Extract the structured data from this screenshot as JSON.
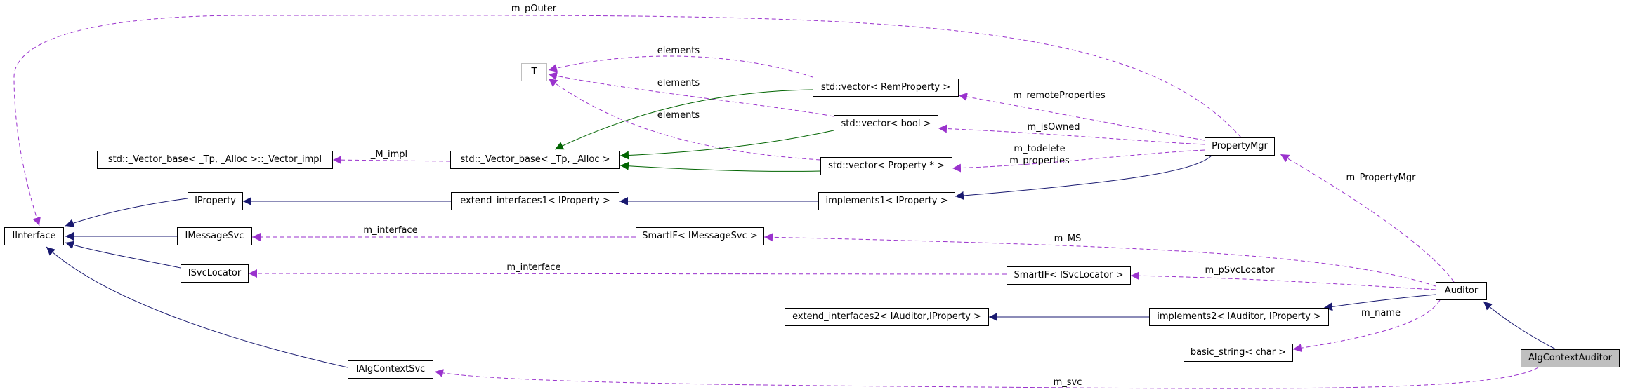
{
  "diagram": {
    "nodes": [
      {
        "id": "IInterface",
        "label": "IInterface"
      },
      {
        "id": "IProperty",
        "label": "IProperty"
      },
      {
        "id": "IMessageSvc",
        "label": "IMessageSvc"
      },
      {
        "id": "ISvcLocator",
        "label": "ISvcLocator"
      },
      {
        "id": "IAlgContextSvc",
        "label": "IAlgContextSvc"
      },
      {
        "id": "VectorImpl",
        "label": "std::_Vector_base< _Tp, _Alloc >::_Vector_impl"
      },
      {
        "id": "VectorBase",
        "label": "std::_Vector_base< _Tp, _Alloc >"
      },
      {
        "id": "T",
        "label": "T"
      },
      {
        "id": "VecRemProperty",
        "label": "std::vector< RemProperty >"
      },
      {
        "id": "VecBool",
        "label": "std::vector< bool >"
      },
      {
        "id": "VecPropertyPtr",
        "label": "std::vector< Property * >"
      },
      {
        "id": "ExtendInterfaces1",
        "label": "extend_interfaces1< IProperty >"
      },
      {
        "id": "Implements1",
        "label": "implements1< IProperty >"
      },
      {
        "id": "SmartIFMessageSvc",
        "label": "SmartIF< IMessageSvc >"
      },
      {
        "id": "SmartIFSvcLocator",
        "label": "SmartIF< ISvcLocator >"
      },
      {
        "id": "ExtendInterfaces2",
        "label": "extend_interfaces2< IAuditor,IProperty >"
      },
      {
        "id": "Implements2",
        "label": "implements2< IAuditor, IProperty >"
      },
      {
        "id": "BasicString",
        "label": "basic_string< char >"
      },
      {
        "id": "PropertyMgr",
        "label": "PropertyMgr"
      },
      {
        "id": "Auditor",
        "label": "Auditor"
      },
      {
        "id": "AlgContextAuditor",
        "label": "AlgContextAuditor"
      }
    ],
    "edges": [
      {
        "from": "IProperty",
        "to": "IInterface",
        "kind": "inheritance",
        "label": ""
      },
      {
        "from": "IMessageSvc",
        "to": "IInterface",
        "kind": "inheritance",
        "label": ""
      },
      {
        "from": "ISvcLocator",
        "to": "IInterface",
        "kind": "inheritance",
        "label": ""
      },
      {
        "from": "IAlgContextSvc",
        "to": "IInterface",
        "kind": "inheritance",
        "label": ""
      },
      {
        "from": "PropertyMgr",
        "to": "IInterface",
        "kind": "usage",
        "label": "m_pOuter"
      },
      {
        "from": "VecRemProperty",
        "to": "T",
        "kind": "usage",
        "label": "elements"
      },
      {
        "from": "VecBool",
        "to": "T",
        "kind": "usage",
        "label": "elements"
      },
      {
        "from": "VecPropertyPtr",
        "to": "T",
        "kind": "usage",
        "label": "elements"
      },
      {
        "from": "VecRemProperty",
        "to": "VectorBase",
        "kind": "template",
        "label": ""
      },
      {
        "from": "VecBool",
        "to": "VectorBase",
        "kind": "template",
        "label": ""
      },
      {
        "from": "VecPropertyPtr",
        "to": "VectorBase",
        "kind": "template",
        "label": ""
      },
      {
        "from": "VectorBase",
        "to": "VectorImpl",
        "kind": "usage",
        "label": "_M_impl"
      },
      {
        "from": "ExtendInterfaces1",
        "to": "IProperty",
        "kind": "inheritance",
        "label": ""
      },
      {
        "from": "Implements1",
        "to": "ExtendInterfaces1",
        "kind": "inheritance",
        "label": ""
      },
      {
        "from": "PropertyMgr",
        "to": "Implements1",
        "kind": "inheritance",
        "label": ""
      },
      {
        "from": "PropertyMgr",
        "to": "VecRemProperty",
        "kind": "usage",
        "label": "m_remoteProperties"
      },
      {
        "from": "PropertyMgr",
        "to": "VecBool",
        "kind": "usage",
        "label": "m_isOwned"
      },
      {
        "from": "PropertyMgr",
        "to": "VecPropertyPtr",
        "kind": "usage",
        "label": "m_todelete\nm_properties"
      },
      {
        "from": "SmartIFMessageSvc",
        "to": "IMessageSvc",
        "kind": "usage",
        "label": "m_interface"
      },
      {
        "from": "SmartIFSvcLocator",
        "to": "ISvcLocator",
        "kind": "usage",
        "label": "m_interface"
      },
      {
        "from": "Auditor",
        "to": "PropertyMgr",
        "kind": "usage",
        "label": "m_PropertyMgr"
      },
      {
        "from": "Auditor",
        "to": "SmartIFMessageSvc",
        "kind": "usage",
        "label": "m_MS"
      },
      {
        "from": "Auditor",
        "to": "SmartIFSvcLocator",
        "kind": "usage",
        "label": "m_pSvcLocator"
      },
      {
        "from": "Implements2",
        "to": "ExtendInterfaces2",
        "kind": "inheritance",
        "label": ""
      },
      {
        "from": "Auditor",
        "to": "Implements2",
        "kind": "inheritance",
        "label": ""
      },
      {
        "from": "Auditor",
        "to": "BasicString",
        "kind": "usage",
        "label": "m_name"
      },
      {
        "from": "AlgContextAuditor",
        "to": "Auditor",
        "kind": "inheritance",
        "label": ""
      },
      {
        "from": "AlgContextAuditor",
        "to": "IAlgContextSvc",
        "kind": "usage",
        "label": "m_svc"
      }
    ],
    "colors": {
      "inheritance": "#191970",
      "template": "#006400",
      "usage": "#9a32cd",
      "node_border": "#000000",
      "template_node_border": "#bfbfbf",
      "root_fill": "#bfbfbf"
    }
  }
}
